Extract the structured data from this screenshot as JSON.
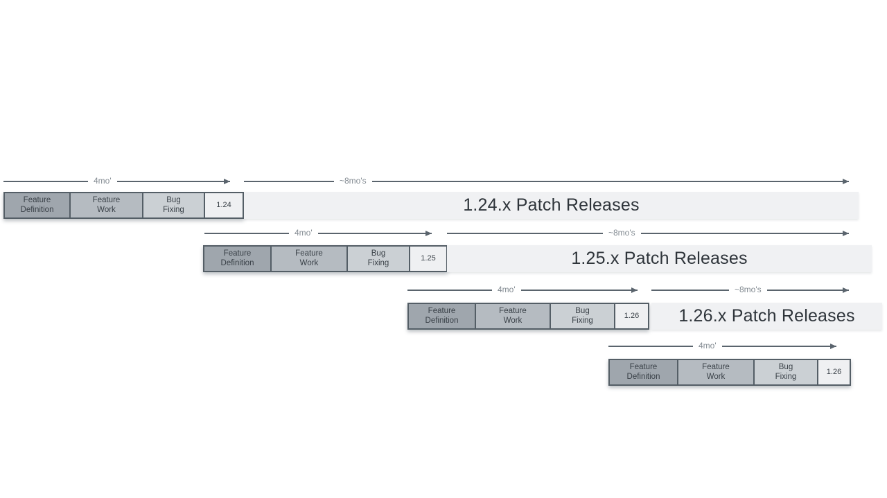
{
  "colors": {
    "background": "#ffffff",
    "box_border": "#545e66",
    "arrow_line": "#5a646d",
    "feature_definition_fill": "#9fa6ad",
    "feature_work_fill": "#b5bbc1",
    "bug_fixing_fill": "#cbd0d4",
    "version_box_fill": "#eff0f2",
    "patch_bar_fill": "#f0f1f3",
    "duration_label_color": "#838b92",
    "box_text_color": "#394047",
    "patch_text_color": "#2e343a"
  },
  "rows": [
    {
      "version": "1.24",
      "dev_duration_label": "4mo'",
      "patch_duration_label": "~8mo's",
      "phases": [
        "Feature\nDefinition",
        "Feature\nWork",
        "Bug\nFixing"
      ],
      "patch_label": "1.24.x Patch Releases"
    },
    {
      "version": "1.25",
      "dev_duration_label": "4mo'",
      "patch_duration_label": "~8mo's",
      "phases": [
        "Feature\nDefinition",
        "Feature\nWork",
        "Bug\nFixing"
      ],
      "patch_label": "1.25.x Patch Releases"
    },
    {
      "version": "1.26",
      "dev_duration_label": "4mo'",
      "patch_duration_label": "~8mo's",
      "phases": [
        "Feature\nDefinition",
        "Feature\nWork",
        "Bug\nFixing"
      ],
      "patch_label": "1.26.x Patch Releases"
    },
    {
      "version": "1.26",
      "dev_duration_label": "4mo'",
      "phases": [
        "Feature\nDefinition",
        "Feature\nWork",
        "Bug\nFixing"
      ]
    }
  ]
}
